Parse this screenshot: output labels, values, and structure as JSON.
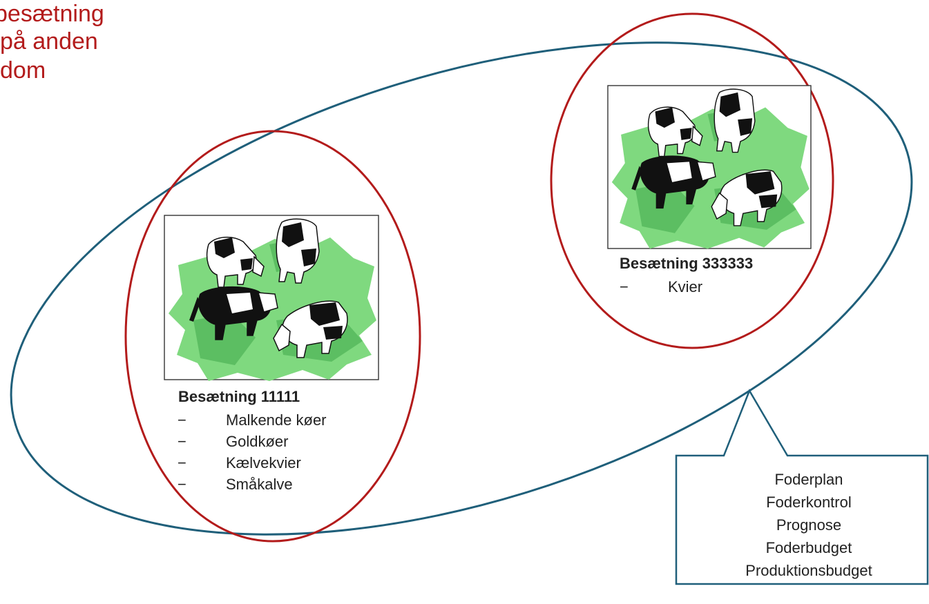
{
  "title_lines": [
    "besætning",
    "på anden",
    "dom"
  ],
  "herds": [
    {
      "heading": "Besætning 11111",
      "items": [
        {
          "bullet": "−",
          "label": "Malkende køer"
        },
        {
          "bullet": "−",
          "label": "Goldkøer"
        },
        {
          "bullet": "−",
          "label": "Kælvekvier"
        },
        {
          "bullet": "−",
          "label": "Småkalve"
        }
      ]
    },
    {
      "heading": "Besætning 333333",
      "items": [
        {
          "bullet": "−",
          "label": "Kvier"
        }
      ]
    }
  ],
  "callout": {
    "lines": [
      "Foderplan",
      "Foderkontrol",
      "Prognose",
      "Foderbudget",
      "Produktionsbudget"
    ]
  },
  "colors": {
    "outer_ellipse": "#1f5f7a",
    "herd_ellipse": "#b31b1b",
    "title": "#b31b1b",
    "grass": "#7fd97f",
    "shadow": "#3fa84a",
    "callout_border": "#1f5f7a"
  },
  "icons": {
    "clipart": "grazing-cows-icon"
  }
}
